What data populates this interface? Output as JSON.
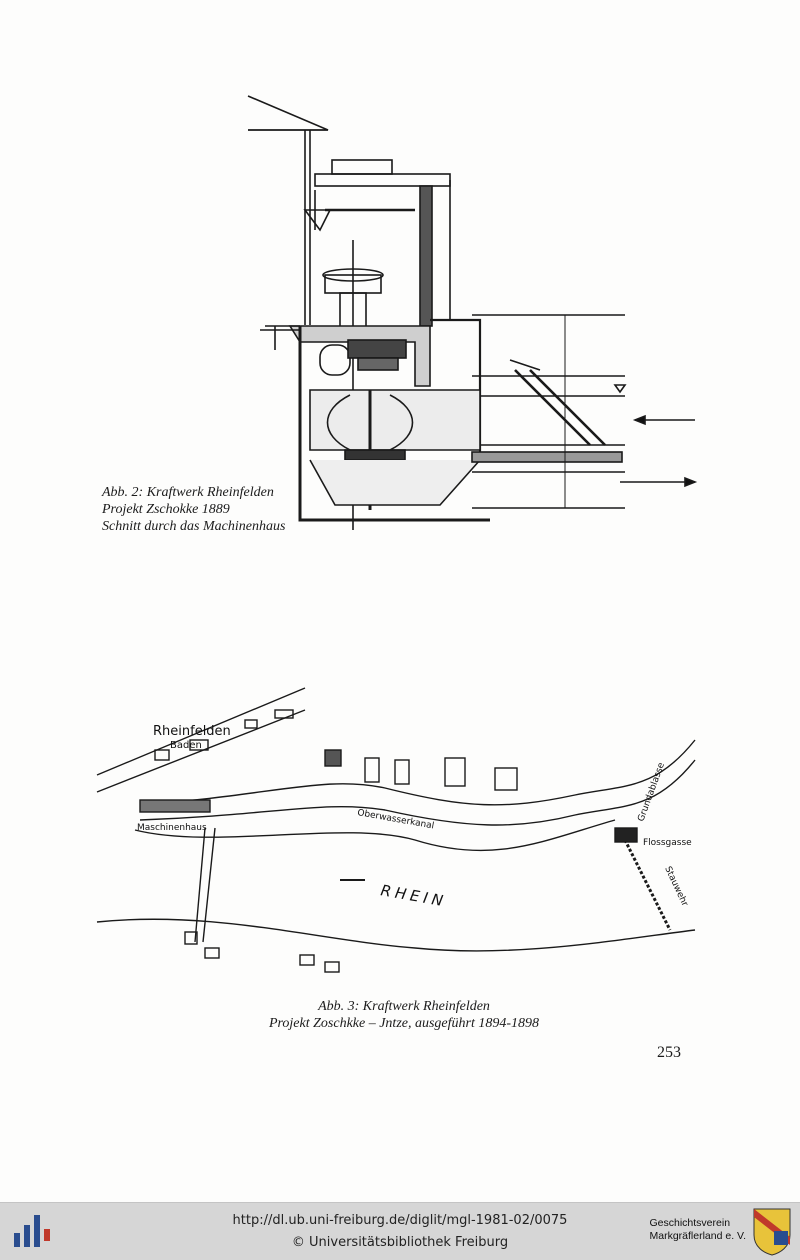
{
  "figure2": {
    "caption_line1": "Abb. 2: Kraftwerk Rheinfelden",
    "caption_line2": "Projekt Zschokke 1889",
    "caption_line3": "Schnitt durch das Machinenhaus"
  },
  "figure3": {
    "labels": {
      "rheinfelden": "Rheinfelden",
      "baden": "Baden",
      "maschinenhaus": "Maschinenhaus",
      "oberwasserkanal": "Oberwasserkanal",
      "rhein": "RHEIN",
      "grundablasse": "Grundablasse",
      "flossgasse": "Flossgasse",
      "stauwehr": "Stauwehr"
    },
    "caption_line1": "Abb. 3: Kraftwerk Rheinfelden",
    "caption_line2": "Projekt Zoschkke – Jntze, ausgeführt 1894-1898"
  },
  "page_number": "253",
  "footer": {
    "url": "http://dl.ub.uni-freiburg.de/diglit/mgl-1981-02/0075",
    "copyright": "© Universitätsbibliothek Freiburg",
    "society_line1": "Geschichtsverein",
    "society_line2": "Markgräflerland e. V.",
    "ub_logo_icon": "ub-freiburg-logo-icon",
    "crest_icon": "coat-of-arms-icon"
  }
}
